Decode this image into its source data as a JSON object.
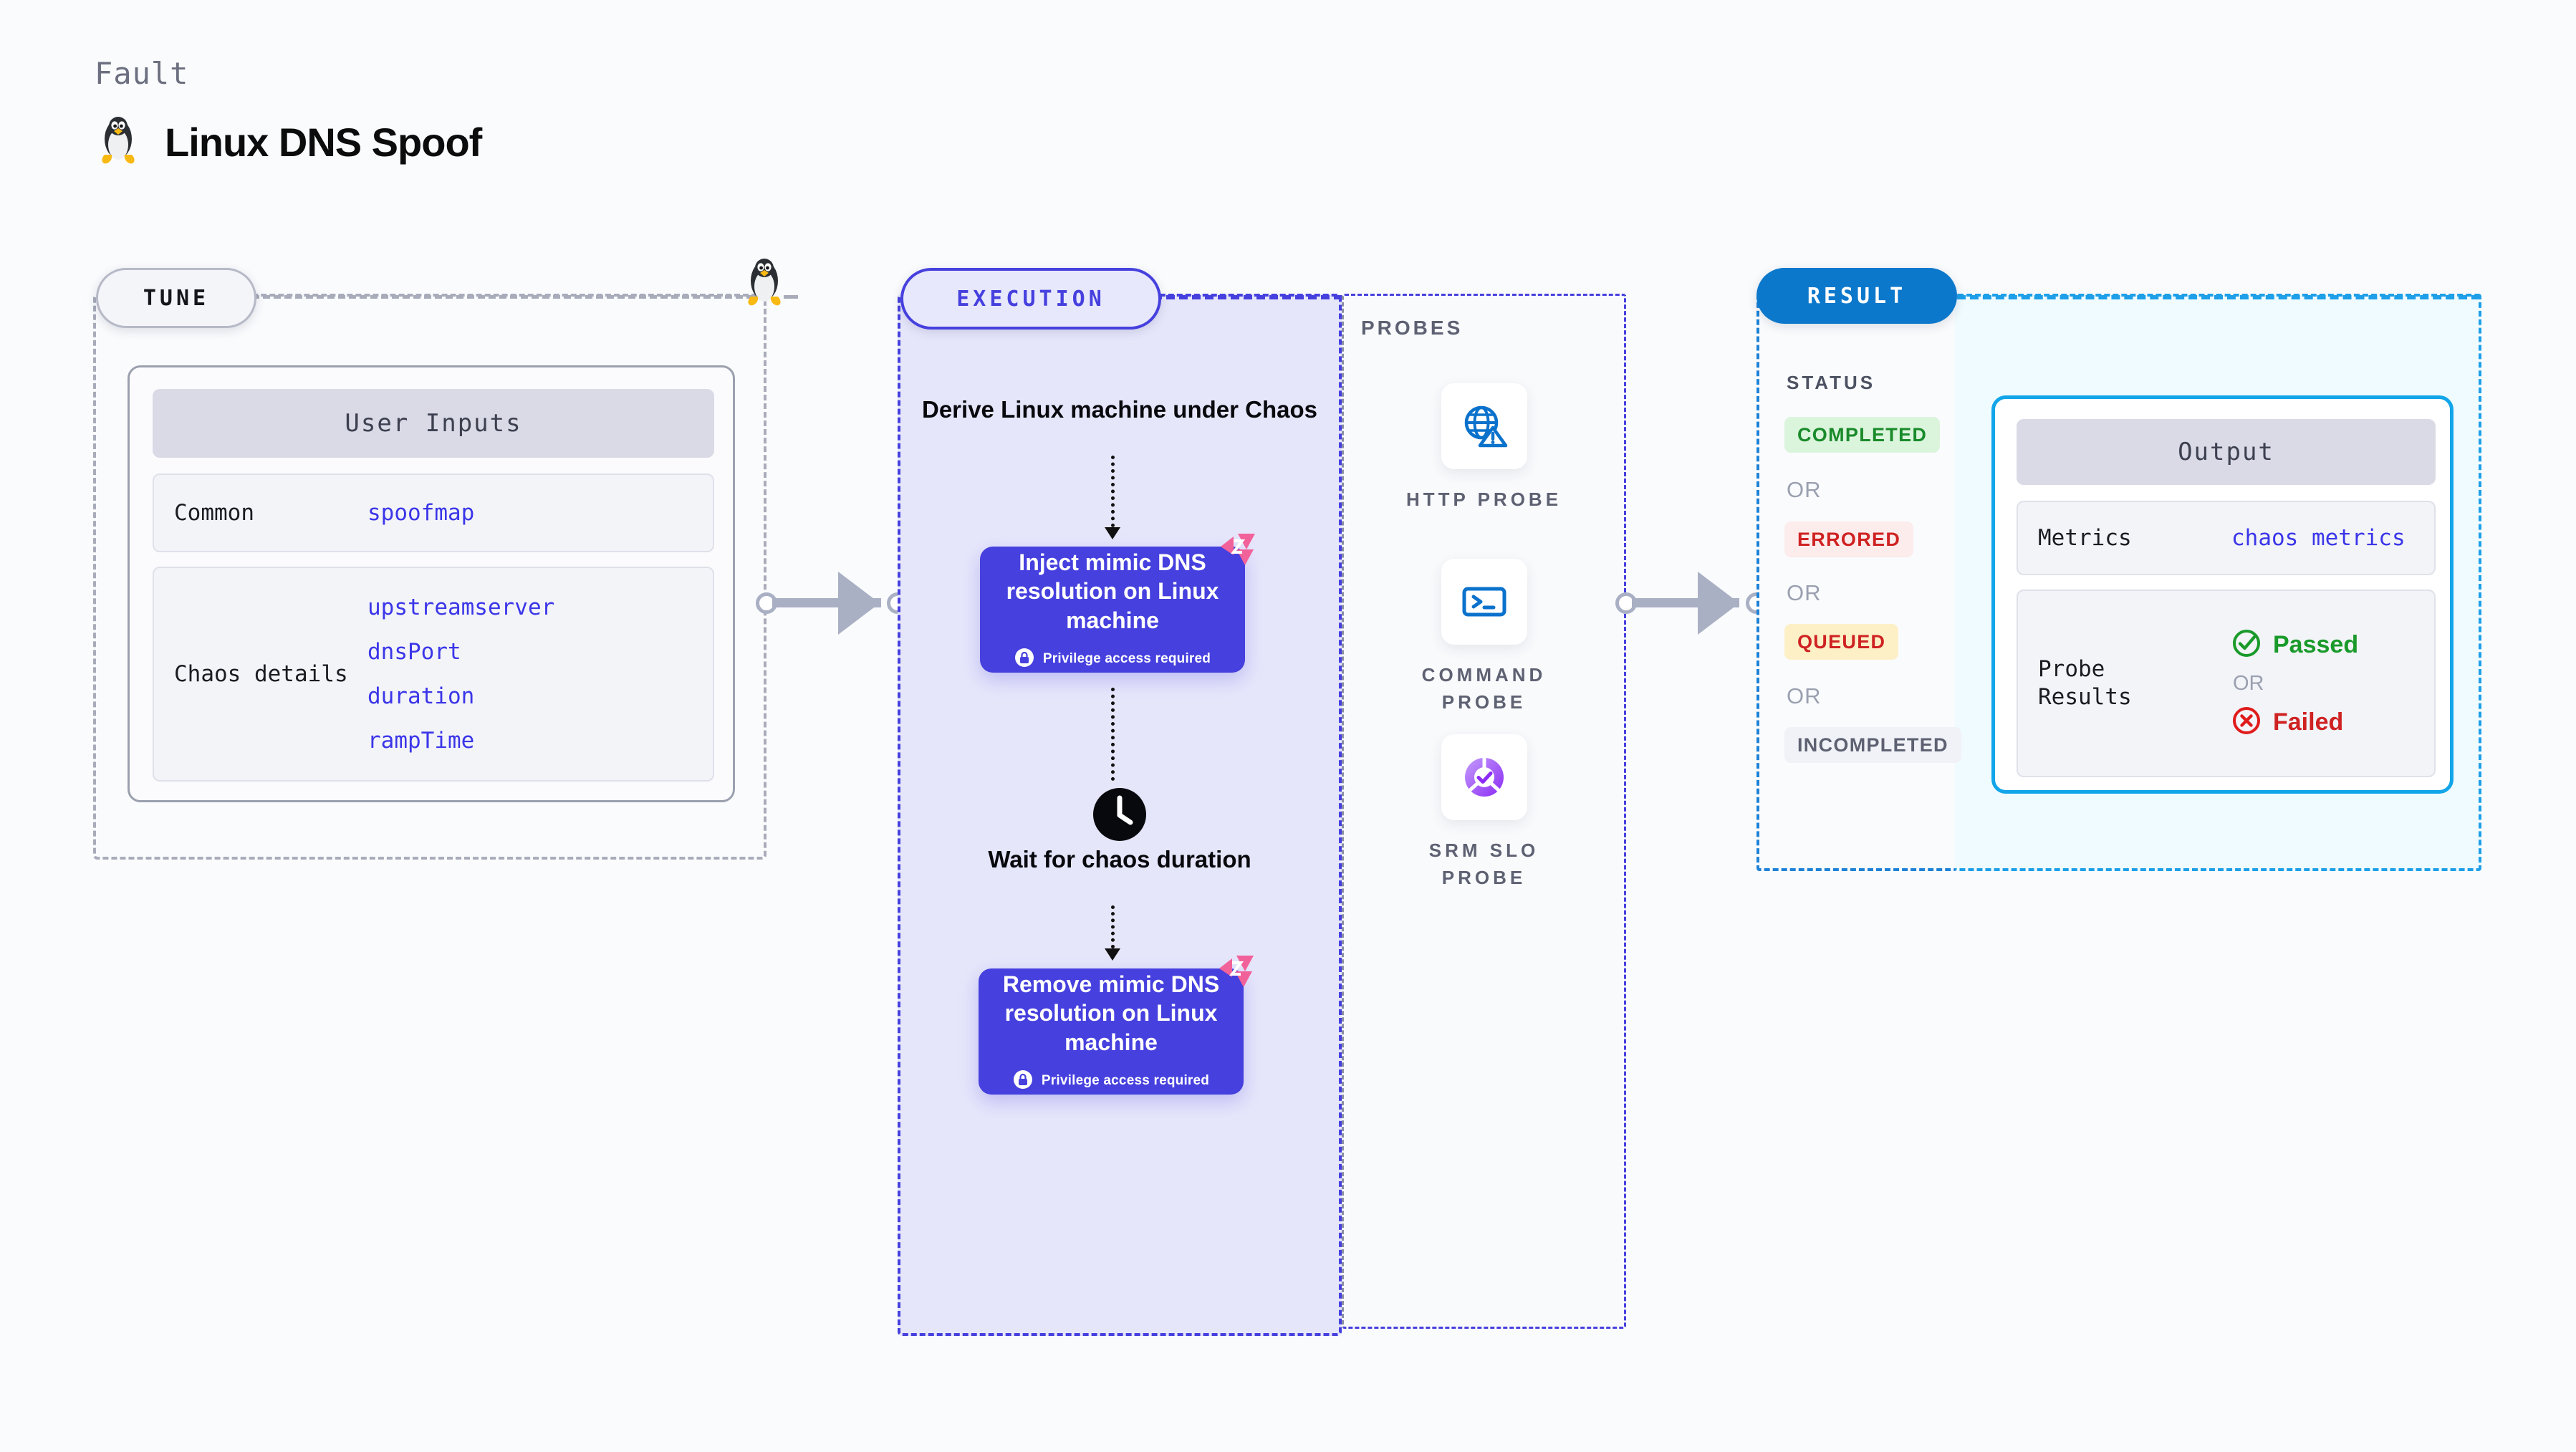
{
  "header": {
    "kicker": "Fault",
    "title": "Linux DNS Spoof",
    "icon": "linux-penguin-icon"
  },
  "tune": {
    "badge": "TUNE",
    "card_title": "User Inputs",
    "rows": [
      {
        "key": "Common",
        "values": [
          "spoofmap"
        ]
      },
      {
        "key": "Chaos details",
        "values": [
          "upstreamserver",
          "dnsPort",
          "duration",
          "rampTime"
        ]
      }
    ]
  },
  "execution": {
    "badge": "EXECUTION",
    "step_derive": "Derive Linux machine under Chaos",
    "inject_box": {
      "title": "Inject mimic DNS resolution on Linux machine",
      "privilege_note": "Privilege access required",
      "lock_icon": "lock-icon",
      "brand_icon": "litmus-chaos-icon"
    },
    "wait_step": {
      "icon": "clock-icon",
      "label": "Wait for chaos duration"
    },
    "remove_box": {
      "title": "Remove mimic DNS resolution on Linux machine",
      "privilege_note": "Privilege access required",
      "lock_icon": "lock-icon",
      "brand_icon": "litmus-chaos-icon"
    }
  },
  "probes": {
    "label": "PROBES",
    "items": [
      {
        "caption": "HTTP  PROBE",
        "icon": "globe-alert-icon"
      },
      {
        "caption": "COMMAND\nPROBE",
        "icon": "terminal-icon"
      },
      {
        "caption": "SRM  SLO\nPROBE",
        "icon": "slo-check-icon"
      }
    ]
  },
  "result": {
    "badge": "RESULT",
    "status_label": "STATUS",
    "or_label": "OR",
    "statuses": [
      {
        "label": "COMPLETED",
        "bg": "#dbf5dd",
        "fg": "#1a8a2a"
      },
      {
        "label": "ERRORED",
        "bg": "#fdecec",
        "fg": "#cf2222"
      },
      {
        "label": "QUEUED",
        "bg": "#fdf0c7",
        "fg": "#cf2222"
      },
      {
        "label": "INCOMPLETED",
        "bg": "#f1f2f7",
        "fg": "#5d6172"
      }
    ],
    "output": {
      "card_title": "Output",
      "metrics_key": "Metrics",
      "metrics_value": "chaos metrics",
      "probe_key": "Probe Results",
      "passed_label": "Passed",
      "failed_label": "Failed",
      "or_label": "OR",
      "passed_icon": "check-circle-icon",
      "failed_icon": "x-circle-icon"
    }
  },
  "colors": {
    "accent_indigo": "#4640de",
    "accent_blue": "#0c78cc",
    "accent_cyan": "#12a5e9",
    "brand_pink": "#f2629a",
    "pass_green": "#1a8a2a",
    "fail_red": "#cf2222",
    "canvas": "#fafbfd"
  }
}
